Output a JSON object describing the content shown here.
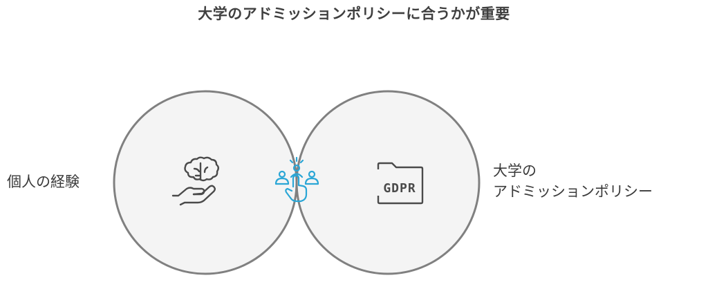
{
  "title": "大学のアドミッションポリシーに合うかが重要",
  "left_set": {
    "label": "個人の経験",
    "icon": "brain-hand-icon",
    "fill": "#f4f4f4",
    "stroke": "#808080"
  },
  "right_set": {
    "label_line1": "大学の",
    "label_line2": "アドミッションポリシー",
    "icon": "gdpr-folder-icon",
    "icon_text": "GDPR",
    "fill": "#f4f4f4",
    "stroke": "#808080"
  },
  "intersection": {
    "icon": "people-pointer-icon",
    "fill": "#e6f6fb",
    "stroke": "#2cb0dc"
  }
}
